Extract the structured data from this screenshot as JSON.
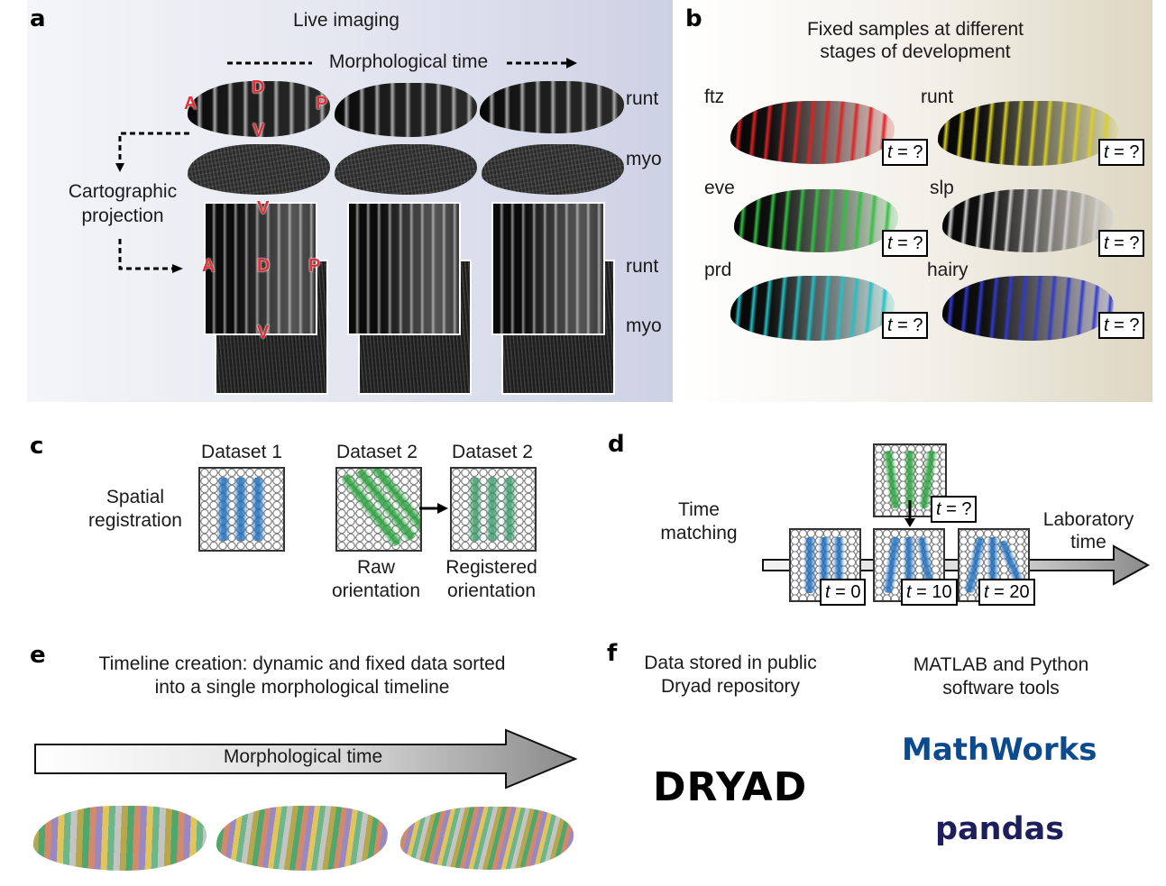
{
  "panels": {
    "a": {
      "label": "a",
      "title": "Live imaging",
      "time_axis_label": "Morphological time",
      "projection_label_line1": "Cartographic",
      "projection_label_line2": "projection",
      "row_labels": [
        "runt",
        "myo",
        "runt",
        "myo"
      ],
      "axis_letters": {
        "anterior": "A",
        "posterior": "P",
        "dorsal": "D",
        "ventral": "V"
      },
      "axis_color": "#e0303a",
      "background_color": "#cdd1e4"
    },
    "b": {
      "label": "b",
      "title_line1": "Fixed samples at different",
      "title_line2": "stages of development",
      "time_tag_var": "t",
      "time_tag_value": " = ?",
      "samples": [
        {
          "gene": "ftz",
          "color": "#e02020"
        },
        {
          "gene": "runt",
          "color": "#d8d020"
        },
        {
          "gene": "eve",
          "color": "#30c040"
        },
        {
          "gene": "slp",
          "color": "#d0d0d0"
        },
        {
          "gene": "prd",
          "color": "#20c0c8"
        },
        {
          "gene": "hairy",
          "color": "#3038d0"
        }
      ]
    },
    "c": {
      "label": "c",
      "row_label_line1": "Spatial",
      "row_label_line2": "registration",
      "datasets": [
        {
          "title": "Dataset 1",
          "caption_line1": "",
          "caption_line2": "",
          "color": "#1e6ebe"
        },
        {
          "title": "Dataset 2",
          "caption_line1": "Raw",
          "caption_line2": "orientation",
          "color": "#28a03c"
        },
        {
          "title": "Dataset 2",
          "caption_line1": "Registered",
          "caption_line2": "orientation",
          "color": "#32966e"
        }
      ]
    },
    "d": {
      "label": "d",
      "row_label_line1": "Time",
      "row_label_line2": "matching",
      "axis_label_line1": "Laboratory",
      "axis_label_line2": "time",
      "time_var": "t",
      "query_tag": " = ?",
      "reference_tags": [
        " = 0",
        " = 10",
        " = 20"
      ]
    },
    "e": {
      "label": "e",
      "title_line1": "Timeline creation: dynamic and fixed data sorted",
      "title_line2": "into a single morphological timeline",
      "arrow_label": "Morphological time"
    },
    "f": {
      "label": "f",
      "left_title_line1": "Data stored in public",
      "left_title_line2": "Dryad repository",
      "right_title_line1": "MATLAB and Python",
      "right_title_line2": "software tools",
      "logos": {
        "dryad": "DRYAD",
        "mathworks": "MathWorks",
        "pandas": "pandas"
      },
      "colors": {
        "mathworks": "#0b4a8c",
        "pandas": "#1e1e5c"
      }
    }
  }
}
